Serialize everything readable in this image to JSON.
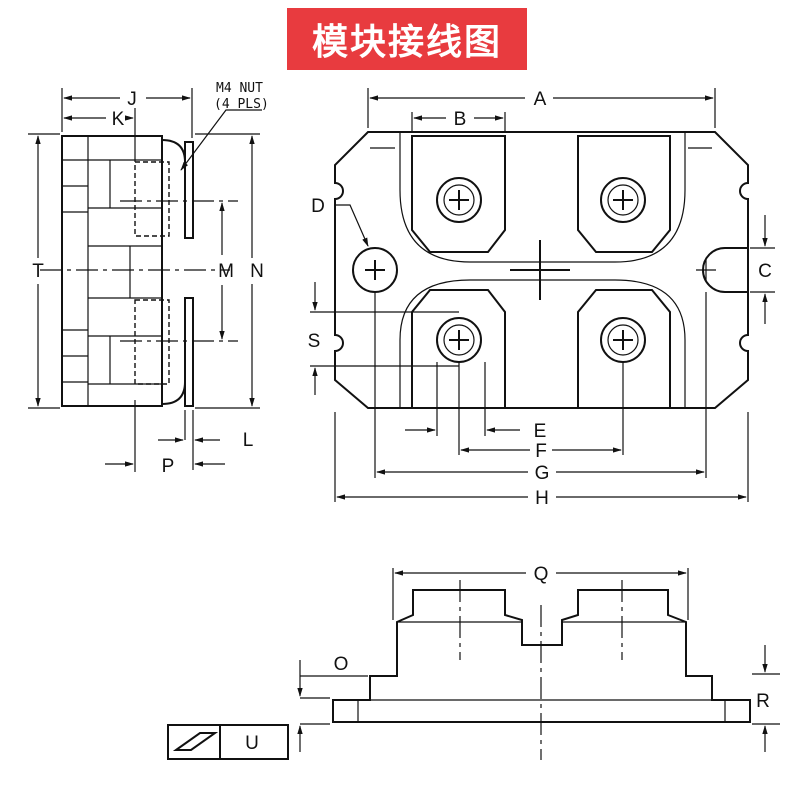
{
  "title": "模块接线图",
  "nut_note": {
    "line1": "M4 NUT",
    "line2": "(4 PLS)"
  },
  "labels": {
    "A": "A",
    "B": "B",
    "C": "C",
    "D": "D",
    "E": "E",
    "F": "F",
    "G": "G",
    "H": "H",
    "J": "J",
    "K": "K",
    "L": "L",
    "M": "M",
    "N": "N",
    "O": "O",
    "P": "P",
    "Q": "Q",
    "R": "R",
    "S": "S",
    "T": "T",
    "U": "U"
  }
}
